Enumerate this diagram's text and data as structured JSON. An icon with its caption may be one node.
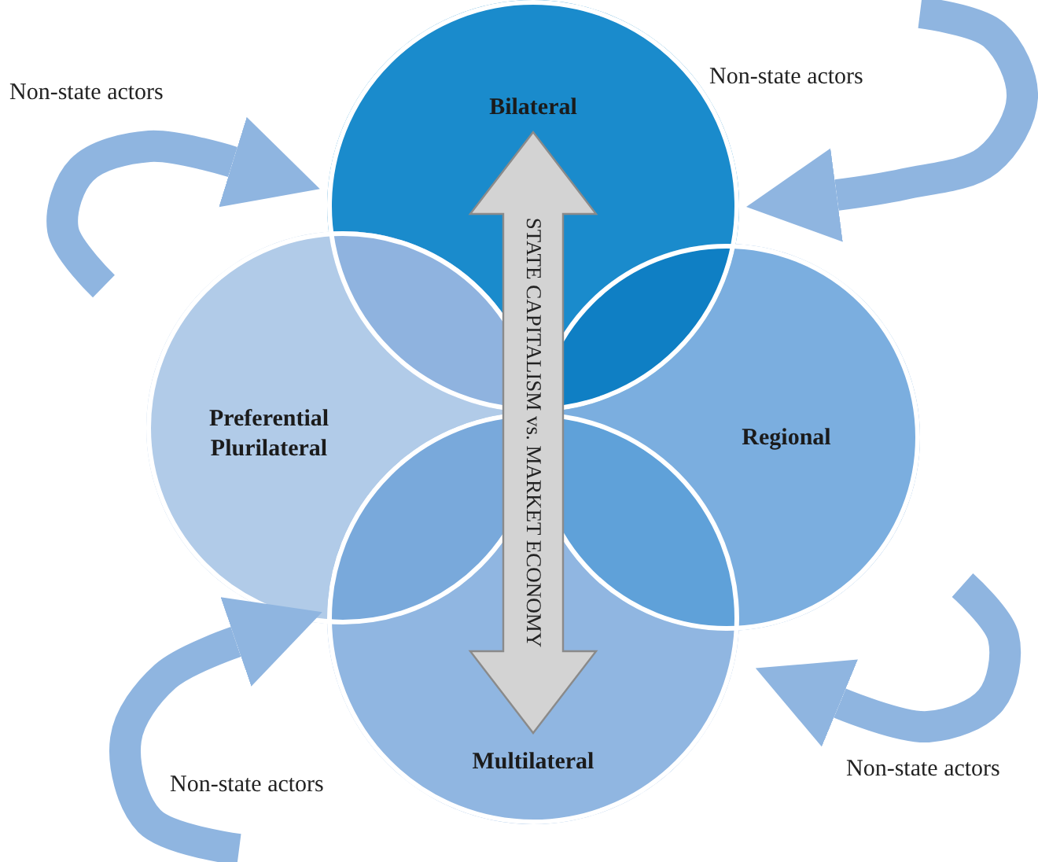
{
  "diagram": {
    "nodes": [
      {
        "text": [
          "Bilateral"
        ]
      },
      {
        "text": [
          "Preferential Plurilateral"
        ]
      },
      {
        "text": [
          "Regional"
        ]
      },
      {
        "text": [
          "Multilateral"
        ]
      }
    ],
    "edges": [
      {
        "from": 0,
        "to": 3,
        "arrow": "both",
        "label": "STATE CAPITALISM vs. MARKET ECONOMY"
      }
    ],
    "labels": [
      "Non-state actors",
      "Non-state actors",
      "Non-state actors",
      "Non-state actors"
    ]
  }
}
